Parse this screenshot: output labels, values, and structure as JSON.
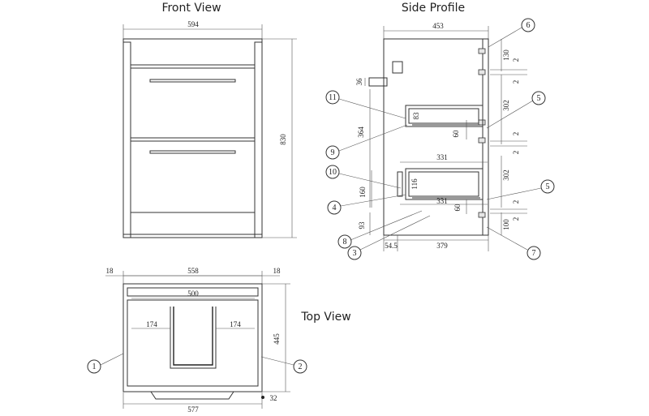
{
  "titles": {
    "front": "Front View",
    "side": "Side Profile",
    "top": "Top View"
  },
  "front_dims": {
    "width": "594",
    "height": "830"
  },
  "side_dims": {
    "depth": "453",
    "d130": "130",
    "d2a": "2",
    "d2b": "2",
    "d36": "36",
    "d302a": "302",
    "d83": "83",
    "d364": "364",
    "d60a": "60",
    "d2c": "2",
    "d2d": "2",
    "d331a": "331",
    "d160": "160",
    "d116": "116",
    "d302b": "302",
    "d331b": "331",
    "d60b": "60",
    "d2e": "2",
    "d2f": "2",
    "d93": "93",
    "d100": "100",
    "d54": "54.5",
    "d379": "379"
  },
  "top_dims": {
    "d18a": "18",
    "d558": "558",
    "d18b": "18",
    "d500": "500",
    "d174a": "174",
    "d174b": "174",
    "d445": "445",
    "d577": "577",
    "d32": "32"
  },
  "callouts": [
    "1",
    "2",
    "3",
    "4",
    "5",
    "5",
    "6",
    "7",
    "8",
    "9",
    "10",
    "11"
  ]
}
